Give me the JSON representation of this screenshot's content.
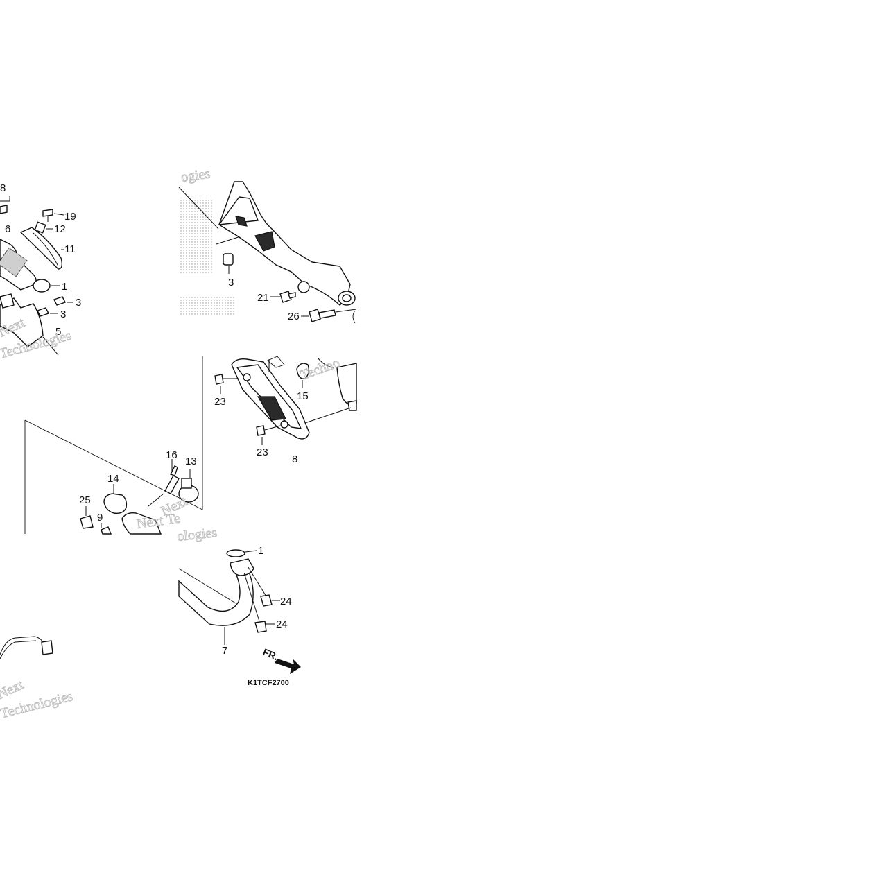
{
  "diagram": {
    "code": "K1TCF2700",
    "front_marker": "FR.",
    "watermarks": [
      "Technologies",
      "Next",
      "Techno",
      "Next Te",
      "ologies",
      "ogies"
    ],
    "callouts": [
      {
        "id": "19",
        "label": "19"
      },
      {
        "id": "12",
        "label": "12"
      },
      {
        "id": "6",
        "label": "6"
      },
      {
        "id": "11",
        "label": "11"
      },
      {
        "id": "1a",
        "label": "1"
      },
      {
        "id": "3a",
        "label": "3"
      },
      {
        "id": "3b",
        "label": "3"
      },
      {
        "id": "5",
        "label": "5"
      },
      {
        "id": "3c",
        "label": "3"
      },
      {
        "id": "21",
        "label": "21"
      },
      {
        "id": "26",
        "label": "26"
      },
      {
        "id": "23a",
        "label": "23"
      },
      {
        "id": "15",
        "label": "15"
      },
      {
        "id": "23b",
        "label": "23"
      },
      {
        "id": "8",
        "label": "8"
      },
      {
        "id": "16",
        "label": "16"
      },
      {
        "id": "13",
        "label": "13"
      },
      {
        "id": "14",
        "label": "14"
      },
      {
        "id": "25",
        "label": "25"
      },
      {
        "id": "9",
        "label": "9"
      },
      {
        "id": "1b",
        "label": "1"
      },
      {
        "id": "24a",
        "label": "24"
      },
      {
        "id": "24b",
        "label": "24"
      },
      {
        "id": "7",
        "label": "7"
      }
    ]
  }
}
